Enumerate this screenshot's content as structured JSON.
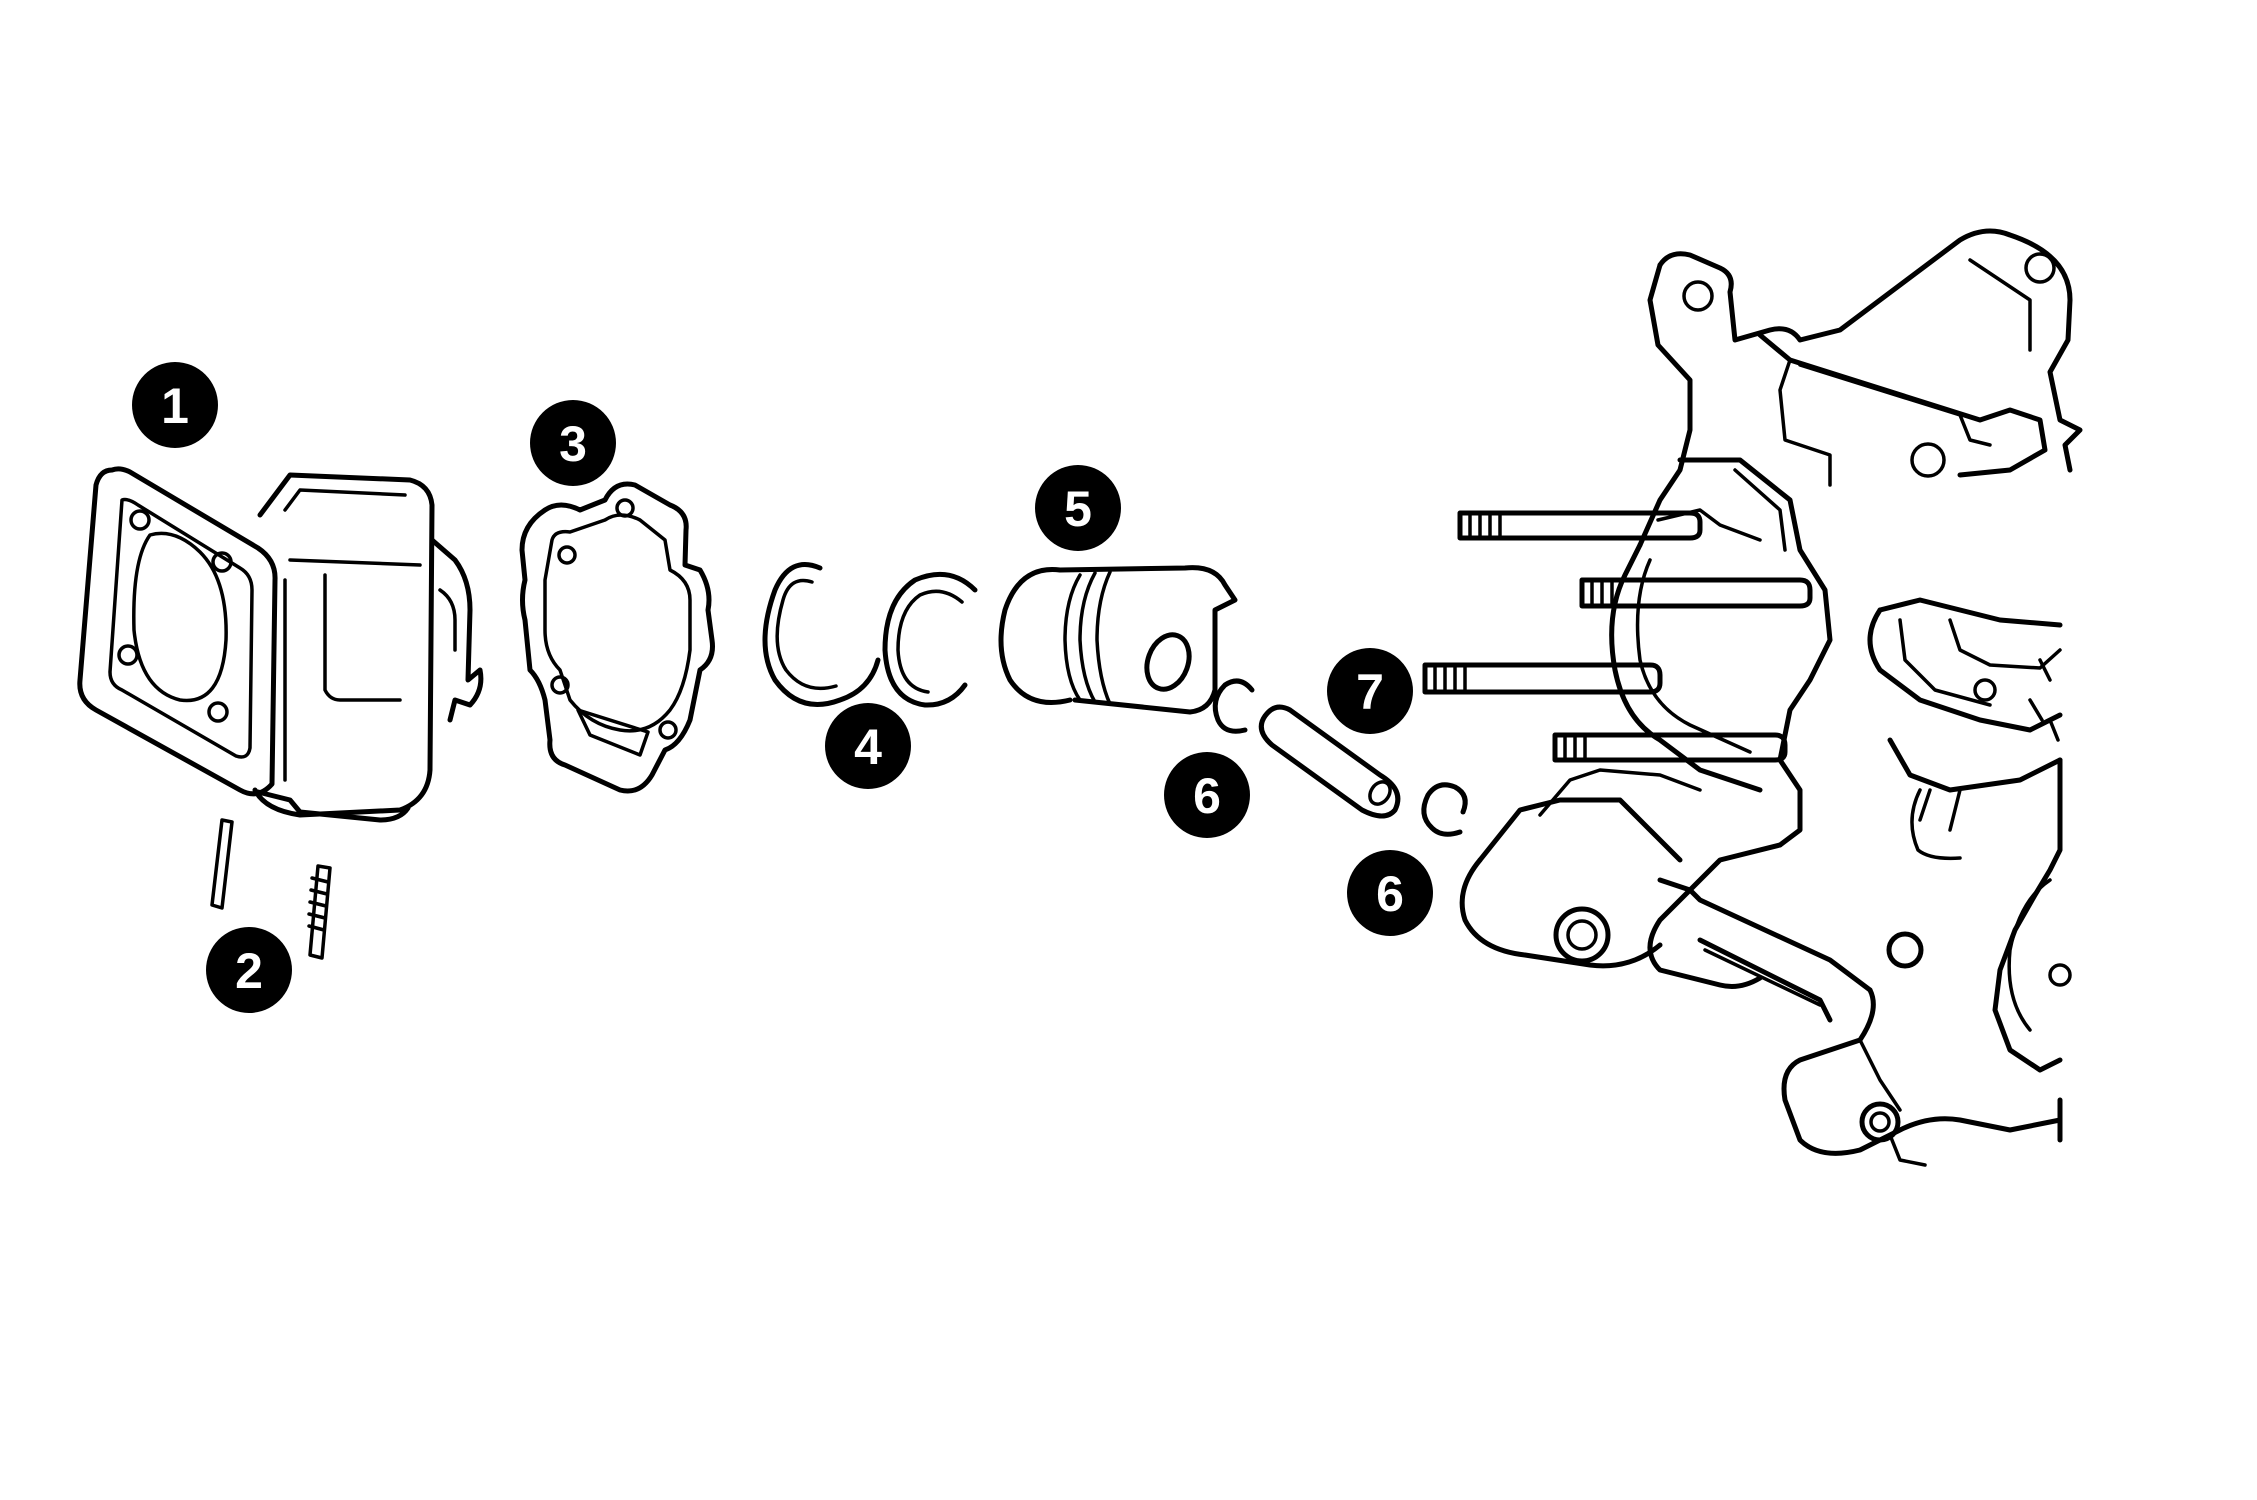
{
  "colors": {
    "line": "#000000",
    "badge_fill": "#000000",
    "badge_text": "#ffffff",
    "background": "#ffffff"
  },
  "callouts": [
    {
      "id": "callout-1",
      "label": "1"
    },
    {
      "id": "callout-2",
      "label": "2"
    },
    {
      "id": "callout-3",
      "label": "3"
    },
    {
      "id": "callout-4",
      "label": "4"
    },
    {
      "id": "callout-5",
      "label": "5"
    },
    {
      "id": "callout-6a",
      "label": "6"
    },
    {
      "id": "callout-6b",
      "label": "6"
    },
    {
      "id": "callout-7",
      "label": "7"
    }
  ]
}
